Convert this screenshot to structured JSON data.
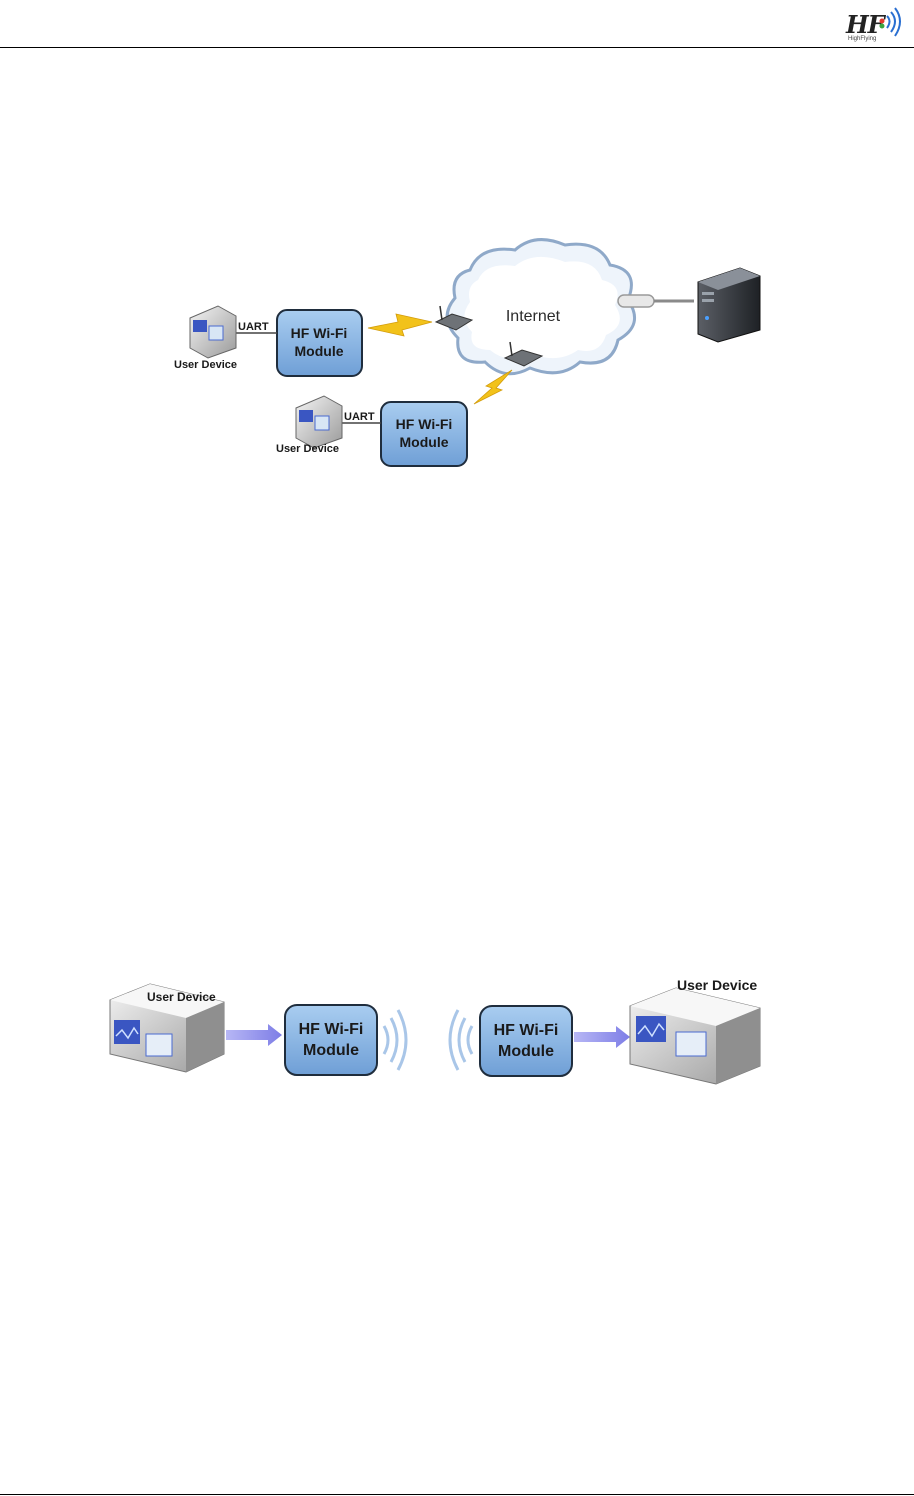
{
  "header": {
    "logo_text": "HF",
    "logo_subtitle": "HighFlying"
  },
  "diagram1": {
    "cloud_label": "Internet",
    "module_line1": "HF Wi-Fi",
    "module_line2": "Module",
    "uart_label": "UART",
    "user_device_label": "User Device"
  },
  "diagram2": {
    "module_line1": "HF Wi-Fi",
    "module_line2": "Module",
    "user_device_label": "User Device"
  },
  "colors": {
    "module_fill": "#8fbbe6",
    "module_border": "#1f2d3d",
    "lightning": "#f2c21a",
    "arrow": "#8f8fe8"
  }
}
